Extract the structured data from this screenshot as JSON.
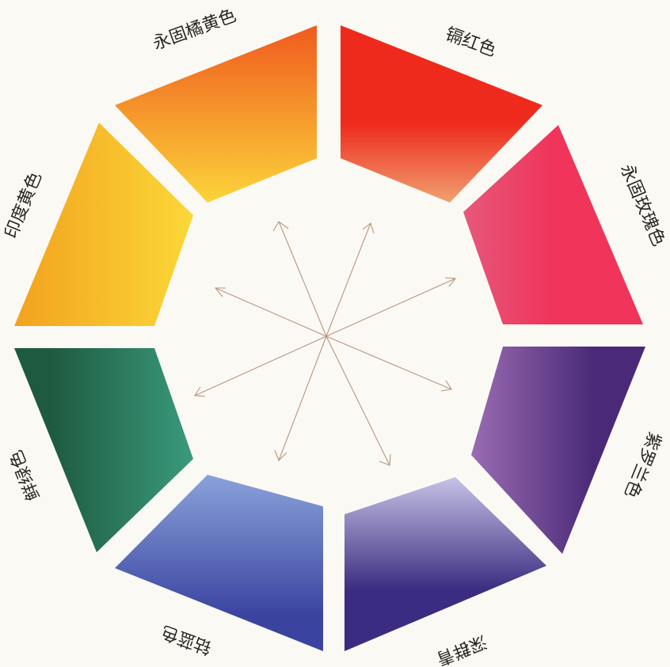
{
  "labels": {
    "orange": "永固橘黄色",
    "cad_red": "镉红色",
    "rose": "永固玫瑰色",
    "violet": "紫罗兰色",
    "ultramarine": "深群青",
    "cobalt": "钴蓝色",
    "viridian": "鲜绿色",
    "indian_yellow": "印度黄色"
  },
  "colors": {
    "orange": [
      "#f05a1e",
      "#fbd43a"
    ],
    "cad_red": [
      "#ee2a1c",
      "#f0a070"
    ],
    "rose": [
      "#f0345a",
      "#e6587c"
    ],
    "violet": [
      "#4a2a78",
      "#9a6cb2"
    ],
    "ultramarine": [
      "#3a2c80",
      "#c6c2e6"
    ],
    "cobalt": [
      "#3a44a0",
      "#8aa2da"
    ],
    "viridian": [
      "#1e5a40",
      "#3a9a7c"
    ],
    "indian_yellow": [
      "#f2a21e",
      "#fbd838"
    ]
  }
}
